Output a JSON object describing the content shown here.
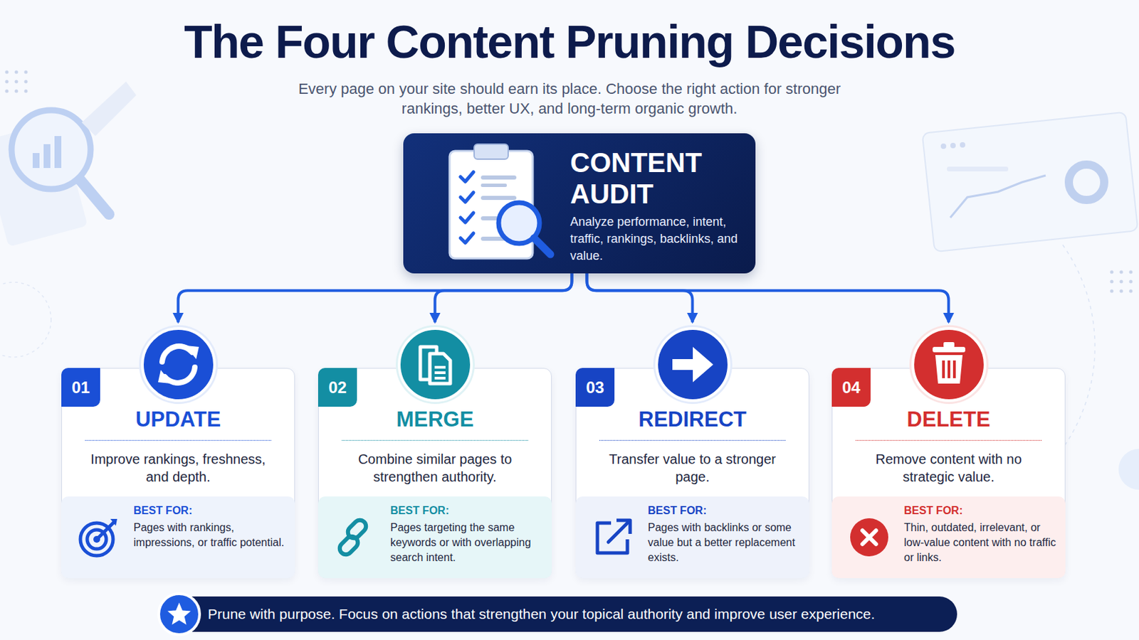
{
  "diagram": {
    "title": "The Four Content Pruning Decisions",
    "nodes": [
      {
        "text": [
          "CONTENT AUDIT",
          "Analyze performance, intent, traffic, rankings, backlinks, and value."
        ]
      },
      {
        "text": [
          "01",
          "UPDATE",
          "Improve rankings, freshness, and depth."
        ]
      },
      {
        "text": [
          "BEST FOR:",
          "Pages with rankings, impressions, or traffic potential."
        ],
        "in": 1
      },
      {
        "text": [
          "02",
          "MERGE",
          "Combine similar pages to strengthen authority."
        ]
      },
      {
        "text": [
          "BEST FOR:",
          "Pages targeting the same keywords or with overlapping search intent."
        ],
        "in": 3
      },
      {
        "text": [
          "03",
          "REDIRECT",
          "Transfer value to a stronger page."
        ]
      },
      {
        "text": [
          "BEST FOR:",
          "Pages with backlinks or some value but a better replacement exists."
        ],
        "in": 5
      },
      {
        "text": [
          "04",
          "DELETE",
          "Remove content with no strategic value."
        ]
      },
      {
        "text": [
          "BEST FOR:",
          "Thin, outdated, irrelevant, or low-value content with no traffic or links."
        ],
        "in": 7
      },
      {
        "text": [
          "Prune with purpose. Focus on actions that strengthen your topical authority and improve user experience."
        ]
      }
    ],
    "edges": [
      {
        "from": 0,
        "to": 1,
        "arrow": "to"
      },
      {
        "from": 0,
        "to": 3,
        "arrow": "to"
      },
      {
        "from": 0,
        "to": 5,
        "arrow": "to"
      },
      {
        "from": 0,
        "to": 7,
        "arrow": "to"
      }
    ],
    "labels": [
      "Every page on your site should earn its place. Choose the right action for stronger rankings, better UX, and long-term organic growth."
    ]
  }
}
